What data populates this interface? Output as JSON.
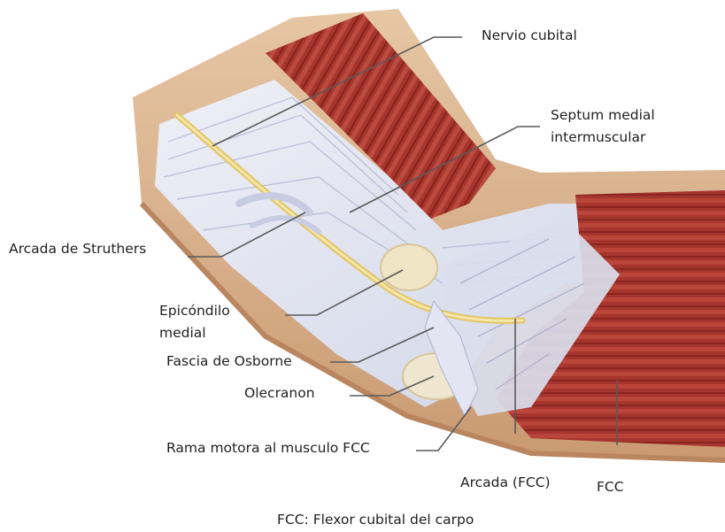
{
  "labels": {
    "nervio_cubital": "Nervio cubital",
    "septum_line1": "Septum medial",
    "septum_line2": "intermuscular",
    "arcada_struthers": "Arcada de Struthers",
    "epicondilo_line1": "Epicóndilo",
    "epicondilo_line2": "medial",
    "fascia_osborne": "Fascia de Osborne",
    "olecranon": "Olecranon",
    "rama_motora": "Rama motora al musculo FCC",
    "arcada_fcc": "Arcada (FCC)",
    "fcc": "FCC"
  },
  "caption": "FCC: Flexor cubital del carpo",
  "colors": {
    "skin": "#d9b48f",
    "muscle": "#a8372f",
    "fascia": "#dfe1ee",
    "nerve": "#e9d27a",
    "bone": "#efe6cf",
    "leader": "#5a5a5a"
  }
}
